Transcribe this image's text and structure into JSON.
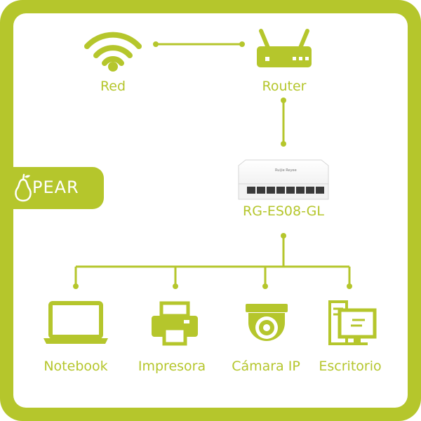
{
  "accent_color": "#b5c62c",
  "brand": {
    "name": "PEAR",
    "icon": "pear-icon"
  },
  "nodes": {
    "red": {
      "label": "Red",
      "icon": "wifi-icon"
    },
    "router": {
      "label": "Router",
      "icon": "router-icon"
    },
    "switch": {
      "label": "RG-ES08-GL",
      "icon": "network-switch-icon"
    },
    "notebook": {
      "label": "Notebook",
      "icon": "laptop-icon"
    },
    "impresora": {
      "label": "Impresora",
      "icon": "printer-icon"
    },
    "camara": {
      "label": "Cámara IP",
      "icon": "camera-icon"
    },
    "escritorio": {
      "label": "Escritorio",
      "icon": "desktop-computer-icon"
    }
  },
  "connections": [
    [
      "red",
      "router"
    ],
    [
      "router",
      "switch"
    ],
    [
      "switch",
      "notebook"
    ],
    [
      "switch",
      "impresora"
    ],
    [
      "switch",
      "camara"
    ],
    [
      "switch",
      "escritorio"
    ]
  ]
}
